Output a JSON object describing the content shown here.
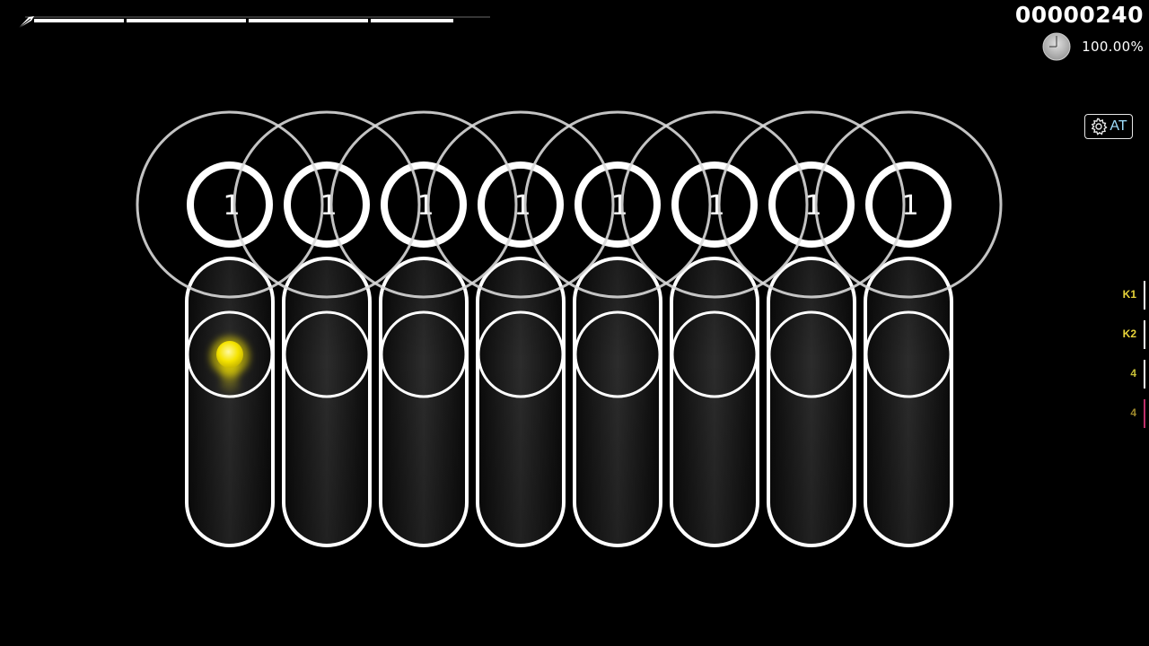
{
  "hud": {
    "score": "00000240",
    "accuracy": "100.00%",
    "health_fraction": 0.92,
    "song_progress_fraction": 0.0,
    "mod_badge": {
      "icon": "gear-icon",
      "label": "AT"
    }
  },
  "key_overlay": [
    {
      "label": "K1",
      "color": "#e8d43a",
      "bar_color": "#ffffff"
    },
    {
      "label": "K2",
      "color": "#e8d43a",
      "bar_color": "#ffffff"
    },
    {
      "label": "4",
      "color": "#c8c037",
      "bar_color": "#ffffff"
    },
    {
      "label": "4",
      "color": "#a08a2c",
      "bar_color": "#c0306a"
    }
  ],
  "playfield": {
    "sliders": [
      {
        "combo_number": "1",
        "has_ball": true
      },
      {
        "combo_number": "1",
        "has_ball": false
      },
      {
        "combo_number": "1",
        "has_ball": false
      },
      {
        "combo_number": "1",
        "has_ball": false
      },
      {
        "combo_number": "1",
        "has_ball": false
      },
      {
        "combo_number": "1",
        "has_ball": false
      },
      {
        "combo_number": "1",
        "has_ball": false
      },
      {
        "combo_number": "1",
        "has_ball": false
      }
    ],
    "colors": {
      "circle": "#ffffff",
      "slider_ball": "#f5e300",
      "approach_circle": "#d8d8d8"
    }
  }
}
